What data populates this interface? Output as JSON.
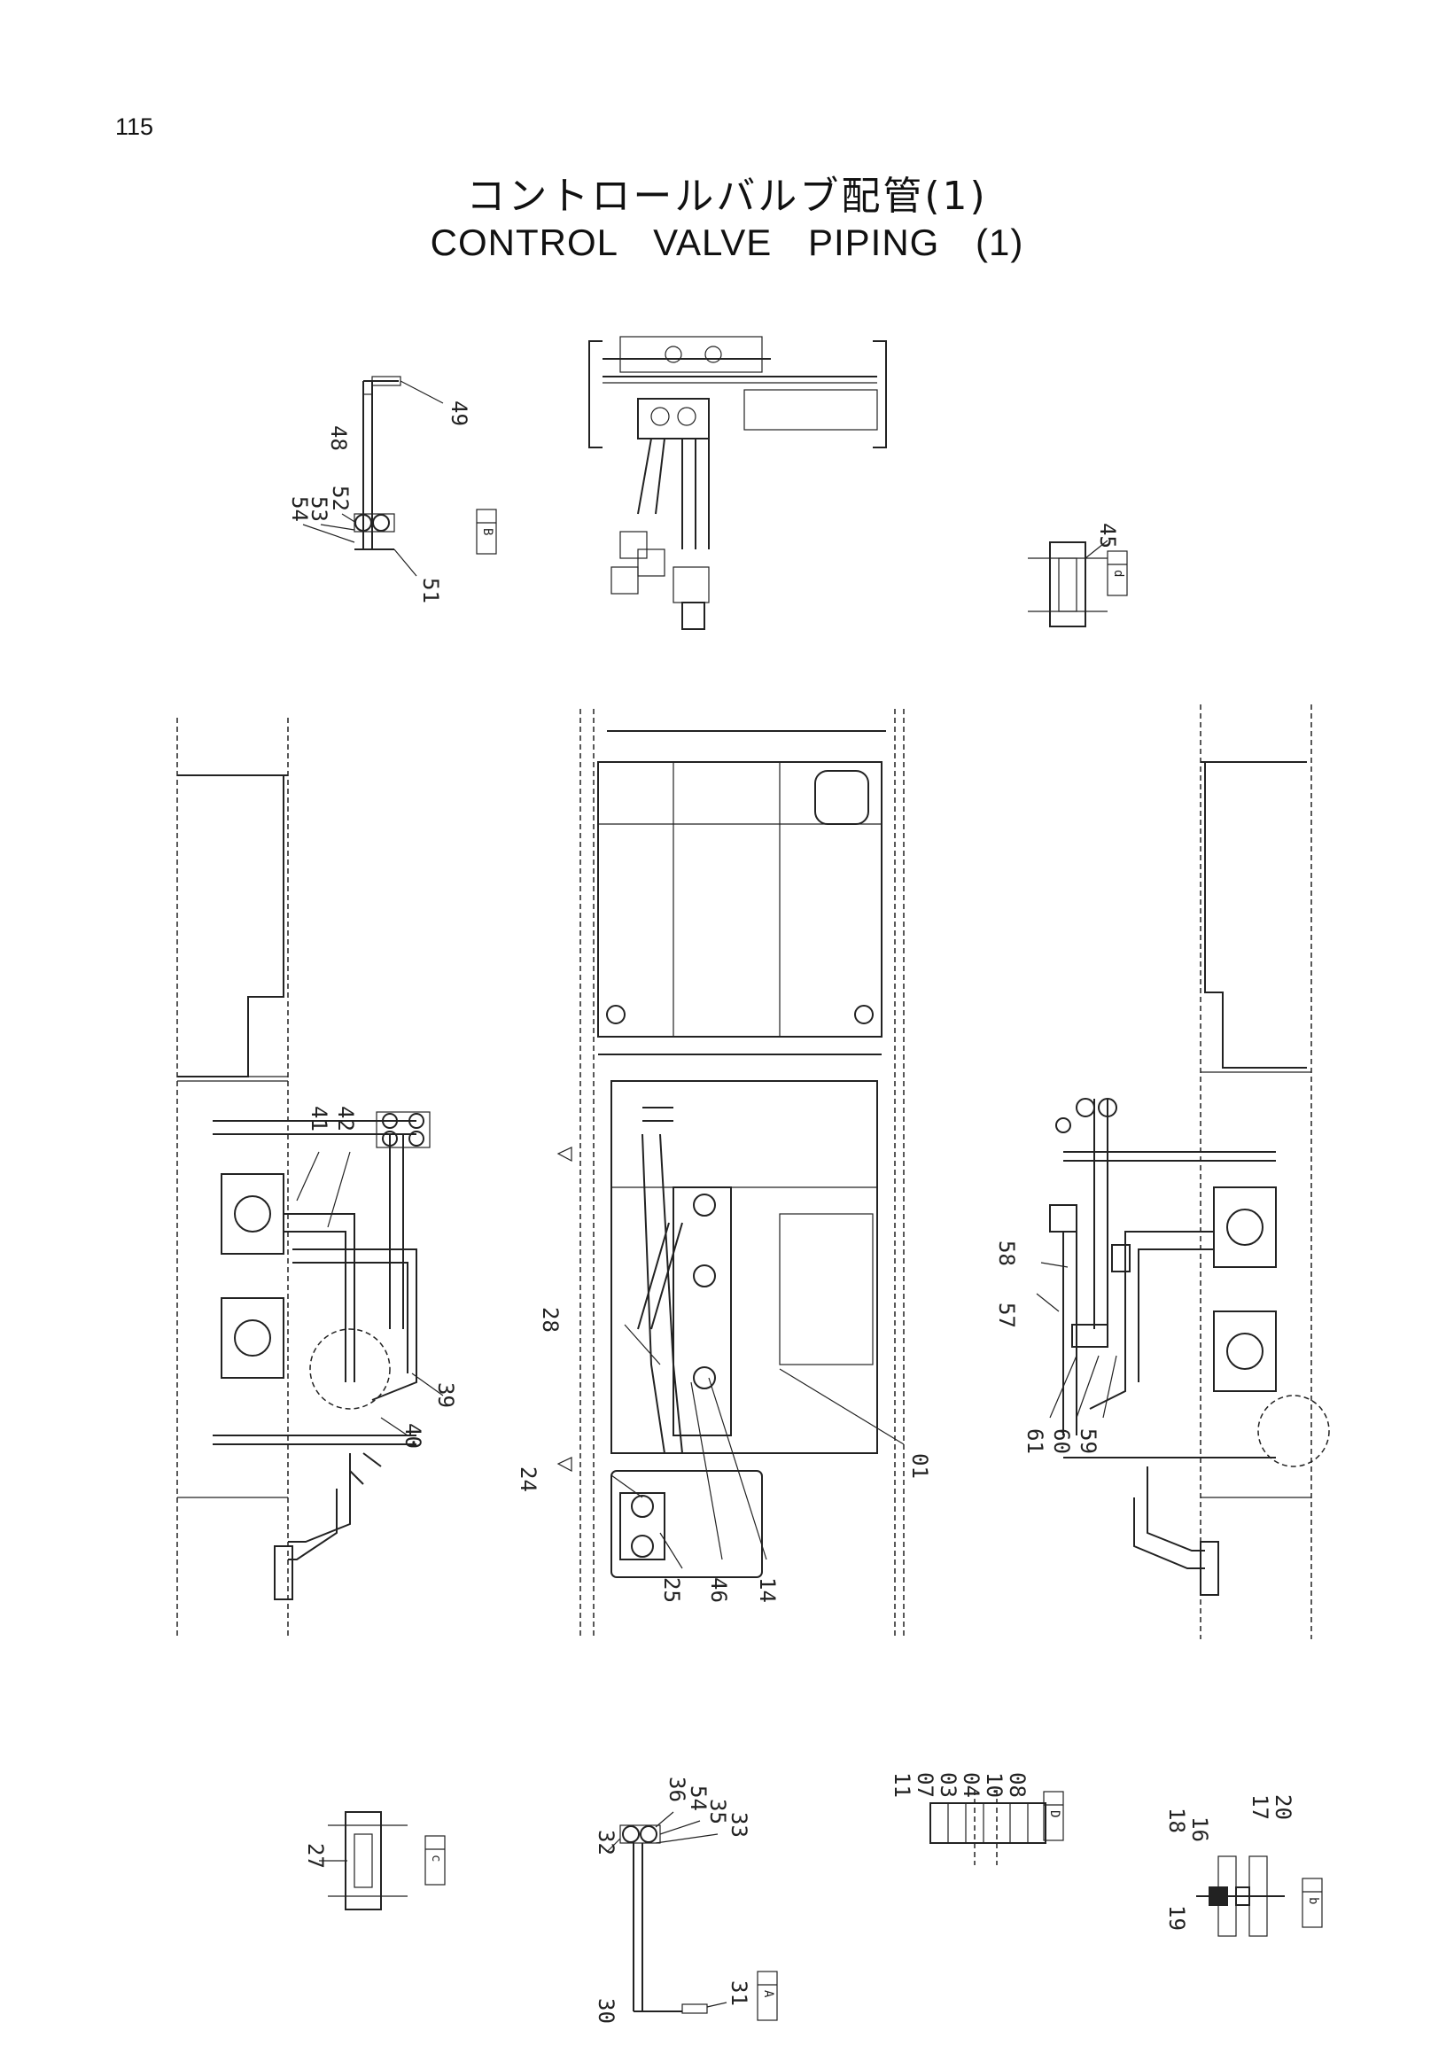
{
  "page_number": "115",
  "title_jp": "コントロールバルブ配管(1)",
  "title_en": "CONTROL   VALVE   PIPING (1)",
  "detail_letters": {
    "B": "B",
    "d": "d",
    "c": "c",
    "A": "A",
    "D": "D",
    "b": "b"
  },
  "part_numbers": {
    "p48": "48",
    "p49": "49",
    "p52": "52",
    "p53": "53",
    "p54": "54",
    "p51": "51",
    "p45": "45",
    "p41": "41",
    "p42": "42",
    "p39": "39",
    "p40": "40",
    "p28": "28",
    "p24": "24",
    "p25": "25",
    "p46": "46",
    "p14": "14",
    "p01": "01",
    "p58": "58",
    "p57": "57",
    "p61": "61",
    "p60": "60",
    "p59": "59",
    "p27": "27",
    "p36": "36",
    "p54b": "54",
    "p35": "35",
    "p33": "33",
    "p32": "32",
    "p30": "30",
    "p31": "31",
    "p11": "11",
    "p07": "07",
    "p03": "03",
    "p04": "04",
    "p10": "10",
    "p08": "08",
    "p18": "18",
    "p16": "16",
    "p17": "17",
    "p20": "20",
    "p19": "19"
  }
}
